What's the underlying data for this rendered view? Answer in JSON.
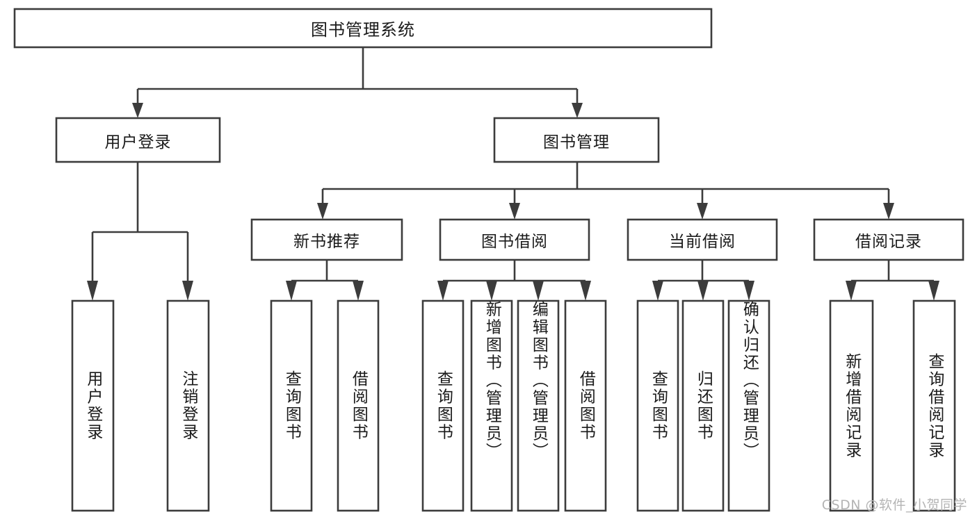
{
  "diagram": {
    "type": "tree-hierarchy-chart",
    "title": "图书管理系统",
    "watermark": "CSDN @软件_小贺同学",
    "colors": {
      "stroke": "#3c3c3c",
      "box_fill": "#ffffff",
      "text": "#1a1a1a",
      "background": "#ffffff",
      "watermark": "#b4b4b4"
    },
    "root": {
      "label": "图书管理系统",
      "orientation": "horizontal"
    },
    "level2": [
      {
        "label": "用户登录",
        "orientation": "horizontal"
      },
      {
        "label": "图书管理",
        "orientation": "horizontal"
      }
    ],
    "level3": [
      {
        "label": "新书推荐",
        "orientation": "horizontal"
      },
      {
        "label": "图书借阅",
        "orientation": "horizontal"
      },
      {
        "label": "当前借阅",
        "orientation": "horizontal"
      },
      {
        "label": "借阅记录",
        "orientation": "horizontal"
      }
    ],
    "leaves": {
      "user_login": [
        {
          "label": "用户登录",
          "orientation": "vertical"
        },
        {
          "label": "注销登录",
          "orientation": "vertical"
        }
      ],
      "new_book_recommend": [
        {
          "label": "查询图书",
          "orientation": "vertical"
        },
        {
          "label": "借阅图书",
          "orientation": "vertical"
        }
      ],
      "book_borrow": [
        {
          "label": "查询图书",
          "orientation": "vertical"
        },
        {
          "label": "新增图书（管理员）",
          "orientation": "vertical"
        },
        {
          "label": "编辑图书（管理员）",
          "orientation": "vertical"
        },
        {
          "label": "借阅图书",
          "orientation": "vertical"
        }
      ],
      "current_borrow": [
        {
          "label": "查询图书",
          "orientation": "vertical"
        },
        {
          "label": "归还图书",
          "orientation": "vertical"
        },
        {
          "label": "确认归还（管理员）",
          "orientation": "vertical"
        }
      ],
      "borrow_record": [
        {
          "label": "新增借阅记录",
          "orientation": "vertical"
        },
        {
          "label": "查询借阅记录",
          "orientation": "vertical"
        }
      ]
    }
  }
}
